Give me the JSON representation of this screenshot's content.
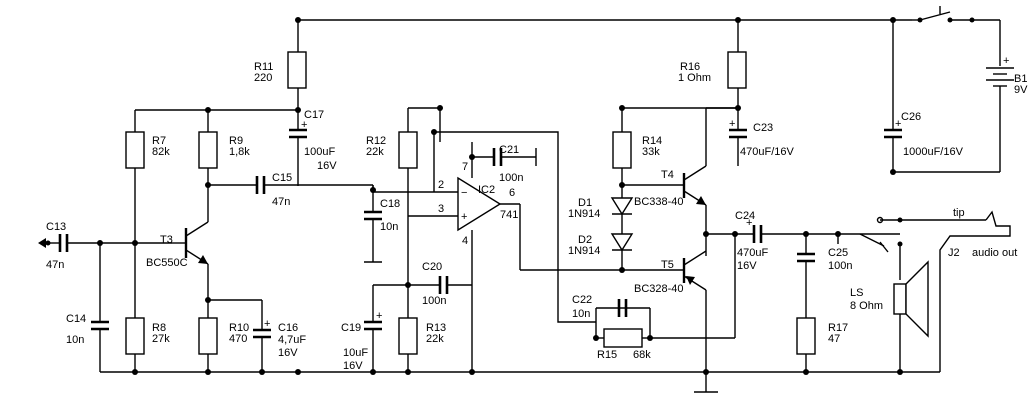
{
  "components": {
    "r11": {
      "ref": "R11",
      "value": "220"
    },
    "r16": {
      "ref": "R16",
      "value": "1 Ohm"
    },
    "r7": {
      "ref": "R7",
      "value": "82k"
    },
    "r9": {
      "ref": "R9",
      "value": "1,8k"
    },
    "c17": {
      "ref": "C17",
      "value": "100uF",
      "voltage": "16V"
    },
    "r12": {
      "ref": "R12",
      "value": "22k"
    },
    "c21": {
      "ref": "C21",
      "value": "100n"
    },
    "r14": {
      "ref": "R14",
      "value": "33k"
    },
    "c23": {
      "ref": "C23",
      "value": "470uF/16V"
    },
    "c26": {
      "ref": "C26",
      "value": "1000uF/16V"
    },
    "b1": {
      "ref": "B1",
      "value": "9V"
    },
    "c15": {
      "ref": "C15",
      "value": "47n"
    },
    "c18": {
      "ref": "C18",
      "value": "10n"
    },
    "c13": {
      "ref": "C13",
      "value": "47n"
    },
    "t3": {
      "ref": "T3",
      "value": "BC550C"
    },
    "t4": {
      "ref": "T4",
      "value": "BC338-40"
    },
    "t5": {
      "ref": "T5",
      "value": "BC328-40"
    },
    "d1": {
      "ref": "D1",
      "value": "1N914"
    },
    "d2": {
      "ref": "D2",
      "value": "1N914"
    },
    "ic2": {
      "ref": "IC2",
      "value": "741",
      "pins": [
        "7",
        "2",
        "3",
        "6",
        "4"
      ]
    },
    "c24": {
      "ref": "C24",
      "value": "470uF",
      "voltage": "16V"
    },
    "c25": {
      "ref": "C25",
      "value": "100n"
    },
    "c14": {
      "ref": "C14",
      "value": "10n"
    },
    "c20": {
      "ref": "C20",
      "value": "100n"
    },
    "r8": {
      "ref": "R8",
      "value": "27k"
    },
    "r10": {
      "ref": "R10",
      "value": "470"
    },
    "c16": {
      "ref": "C16",
      "value": "4,7uF",
      "voltage": "16V"
    },
    "c19": {
      "ref": "C19",
      "value": "10uF",
      "voltage": "16V"
    },
    "r13": {
      "ref": "R13",
      "value": "22k"
    },
    "c22": {
      "ref": "C22",
      "value": "10n"
    },
    "r15": {
      "ref": "R15",
      "value": "68k"
    },
    "r17": {
      "ref": "R17",
      "value": "47"
    },
    "ls": {
      "ref": "LS",
      "value": "8 Ohm"
    },
    "j2": {
      "ref": "J2",
      "value": "audio out",
      "tip": "tip"
    }
  },
  "polarity": "+"
}
